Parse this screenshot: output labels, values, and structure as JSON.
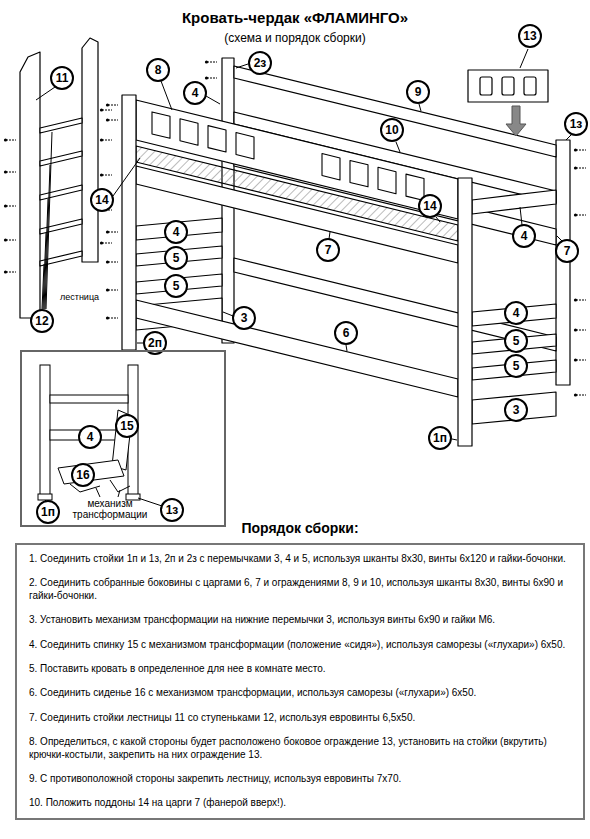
{
  "diagram": {
    "title": "Кровать-чердак «ФЛАМИНГО»",
    "nodes": [
      {
        "text": [
          "11"
        ]
      },
      {
        "text": [
          "8"
        ]
      },
      {
        "text": [
          "2з"
        ]
      },
      {
        "text": [
          "4"
        ]
      },
      {
        "text": [
          "13"
        ]
      },
      {
        "text": [
          "9"
        ]
      },
      {
        "text": [
          "1з"
        ]
      },
      {
        "text": [
          "10"
        ]
      },
      {
        "text": [
          "14"
        ]
      },
      {
        "text": [
          "14"
        ]
      },
      {
        "text": [
          "7"
        ]
      },
      {
        "text": [
          "4"
        ]
      },
      {
        "text": [
          "7"
        ]
      },
      {
        "text": [
          "4"
        ]
      },
      {
        "text": [
          "5"
        ]
      },
      {
        "text": [
          "5"
        ]
      },
      {
        "text": [
          "12"
        ]
      },
      {
        "text": [
          "3"
        ]
      },
      {
        "text": [
          "6"
        ]
      },
      {
        "text": [
          "4"
        ]
      },
      {
        "text": [
          "5"
        ]
      },
      {
        "text": [
          "5"
        ]
      },
      {
        "text": [
          "3"
        ]
      },
      {
        "text": [
          "2п"
        ]
      },
      {
        "text": [
          "1п"
        ]
      },
      {
        "text": [
          "механизм трансформации"
        ]
      },
      {
        "text": [
          "4"
        ],
        "in": 25
      },
      {
        "text": [
          "15"
        ],
        "in": 25
      },
      {
        "text": [
          "16"
        ],
        "in": 25
      },
      {
        "text": [
          "1п"
        ],
        "in": 25
      },
      {
        "text": [
          "1з"
        ],
        "in": 25
      },
      {
        "text": [
          "Порядок сборки:",
          "1. Соединить стойки 1п и 1з, 2п и 2з с перемычками 3, 4 и 5, используя шканты 8х30, винты 6х120 и гайки-бочонки.",
          "2. Соединить собранные боковины с царгами 6, 7 и ограждениями 8, 9 и 10, используя шканты 8х30, винты 6х90 и гайки-бочонки.",
          "3. Установить механизм трансформации на нижние перемычки 3, используя винты 6х90 и гайки М6.",
          "4. Соединить спинку 15 с механизмом трансформации (положение «сидя»), используя саморезы («глухари») 6х50.",
          "5. Поставить кровать в определенное для нее в комнате место.",
          "6. Соединить сиденье 16 с механизмом трансформации, используя саморезы («глухари») 6х50.",
          "7. Соединить стойки лестницы 11 со ступеньками 12, используя евровинты 6,5х50.",
          "8. Определиться, с какой стороны будет расположено боковое ограждение 13, установить на стойки (вкрутить) крючки-костыли, закрепить на них ограждение 13.",
          "9. С противоположной стороны закрепить лестницу, используя евровинты 7х70.",
          "10. Положить поддоны 14 на царги 7 (фанерой вверх!)."
        ]
      }
    ],
    "labels": [
      "(схема и порядок сборки)",
      "лестница"
    ]
  }
}
